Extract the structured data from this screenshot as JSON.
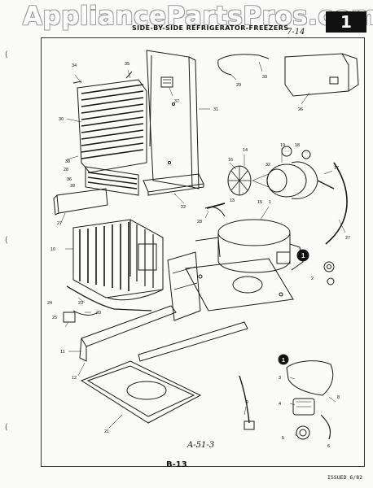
{
  "watermark": "AppliancePartsPros.com",
  "page_number": "1",
  "title": "SIDE-BY-SIDE REFRIGERATOR-FREEZERS",
  "handwritten_ref": "7-14",
  "drawing_ref": "A-51-3",
  "footer_code": "B-13",
  "issued": "ISSUED 6/82",
  "inset_marker": "1",
  "margin_marks": [
    "(",
    "(",
    "("
  ],
  "callouts": [
    "34",
    "35",
    "37",
    "29",
    "33",
    "31",
    "30",
    "26",
    "38",
    "28",
    "36",
    "39",
    "22",
    "16",
    "14",
    "19",
    "18",
    "32",
    "17",
    "27",
    "13",
    "15",
    "28",
    "1",
    "10",
    "27",
    "24",
    "25",
    "23",
    "20",
    "2",
    "11",
    "3",
    "12",
    "4",
    "8",
    "9",
    "21",
    "5",
    "6"
  ]
}
